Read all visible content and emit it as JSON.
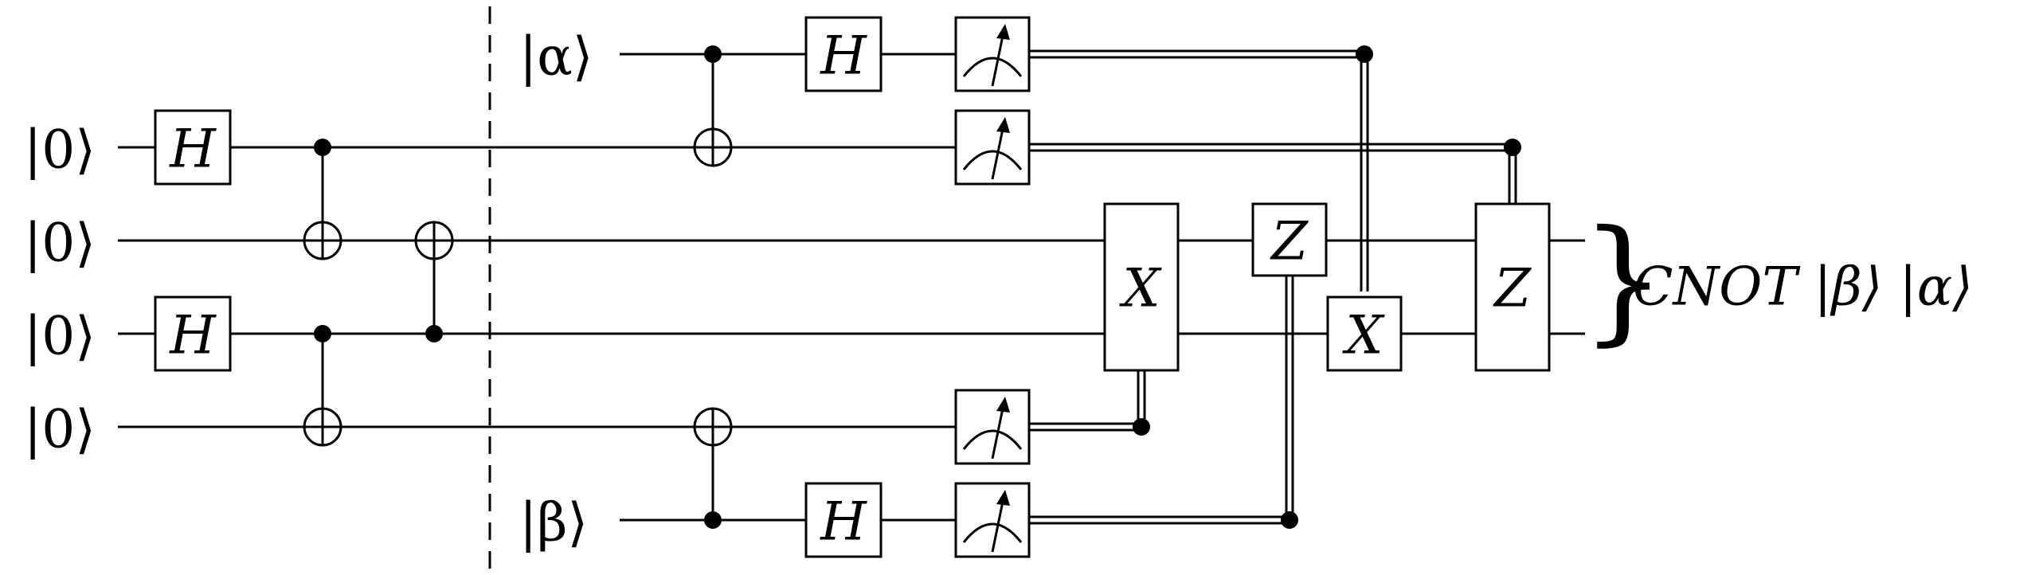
{
  "inputs": {
    "q1": "|0⟩",
    "q2": "|0⟩",
    "q3": "|0⟩",
    "q4": "|0⟩",
    "alpha": "|α⟩",
    "beta": "|β⟩"
  },
  "gates": {
    "h_label": "H",
    "x_label": "X",
    "z_label": "Z"
  },
  "output": {
    "brace": "}",
    "label": "CNOT |β⟩ |α⟩"
  }
}
